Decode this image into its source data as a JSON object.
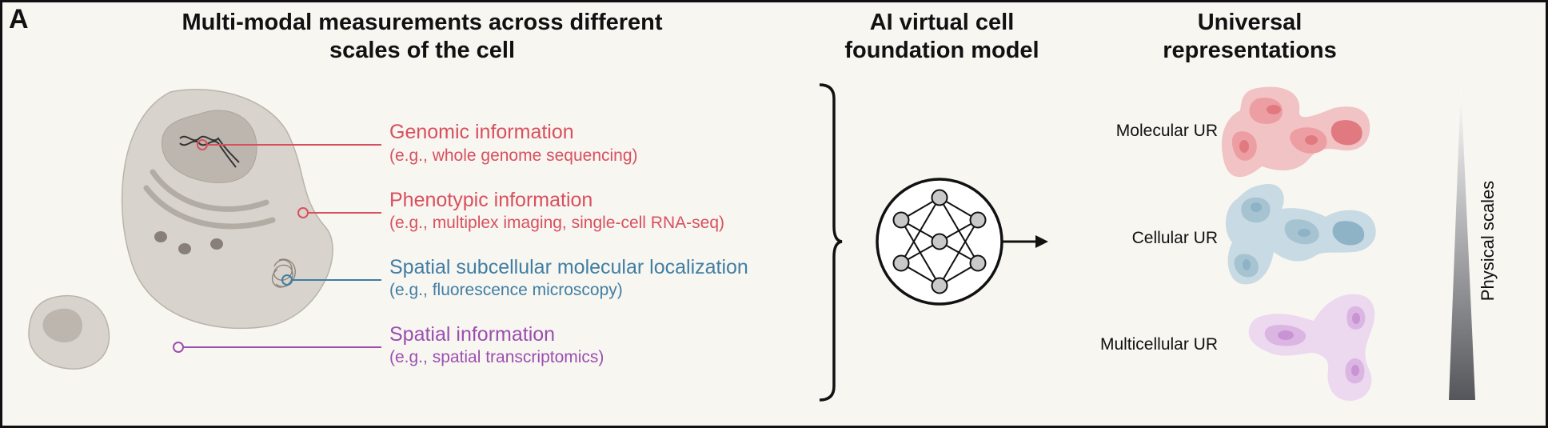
{
  "panel_letter": "A",
  "headings": {
    "left": "Multi-modal measurements across different scales of the cell",
    "middle": "AI virtual cell foundation model",
    "right": "Universal representations"
  },
  "info": [
    {
      "title": "Genomic information",
      "subtitle": "(e.g., whole genome sequencing)",
      "color": "#d8505e"
    },
    {
      "title": "Phenotypic information",
      "subtitle": "(e.g., multiplex imaging, single-cell RNA-seq)",
      "color": "#d8505e"
    },
    {
      "title": "Spatial subcellular molecular localization",
      "subtitle": "(e.g., fluorescence microscopy)",
      "color": "#3f7ea3"
    },
    {
      "title": "Spatial information",
      "subtitle": "(e.g., spatial transcriptomics)",
      "color": "#9b4fb0"
    }
  ],
  "representations": [
    {
      "label": "Molecular UR",
      "color": "#e8868d"
    },
    {
      "label": "Cellular UR",
      "color": "#8fb1c4"
    },
    {
      "label": "Multicellular UR",
      "color": "#c9a0d3"
    }
  ],
  "scale_label": "Physical scales"
}
